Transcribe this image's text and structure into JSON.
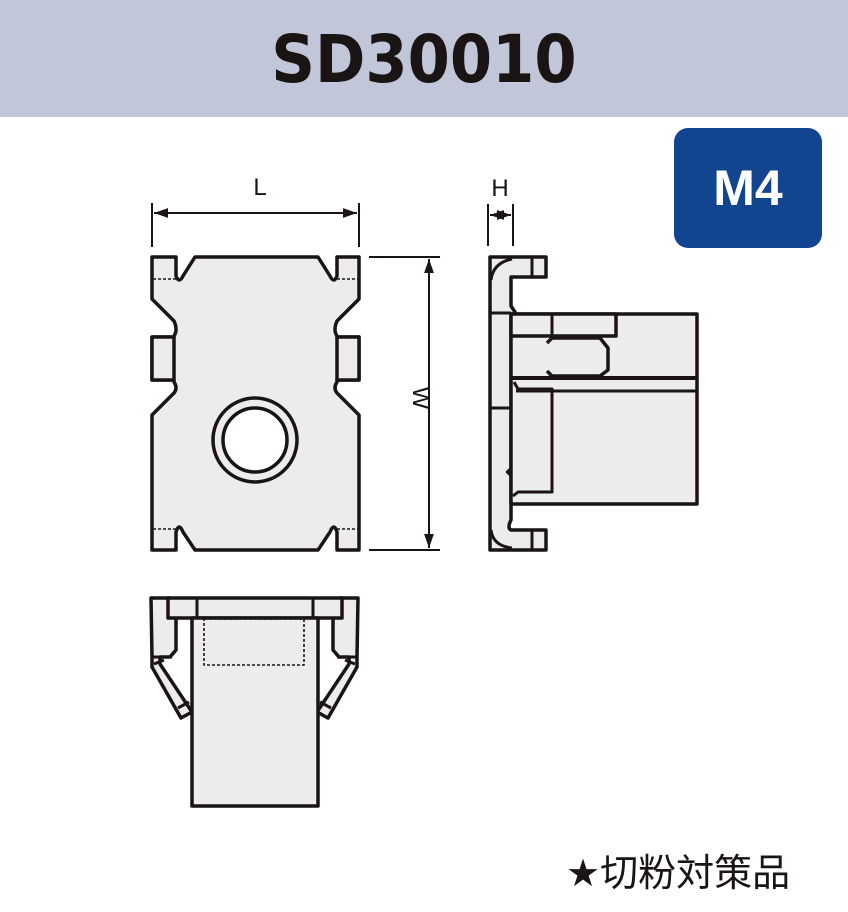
{
  "header": {
    "part_number": "SD30010",
    "background_color": "#c1c7d8"
  },
  "badge": {
    "thread_size": "M4",
    "color": "#12458f"
  },
  "dimensions": {
    "length_label": "L",
    "width_label": "W",
    "height_label": "H"
  },
  "views": {
    "top_view": "front-plan-view",
    "side_view": "side-elevation-view",
    "bottom_view": "bottom-end-view"
  },
  "colors": {
    "line": "#1a1414",
    "fill": "#ececec"
  },
  "footnote": {
    "icon": "star-icon",
    "text": "★切粉対策品"
  }
}
